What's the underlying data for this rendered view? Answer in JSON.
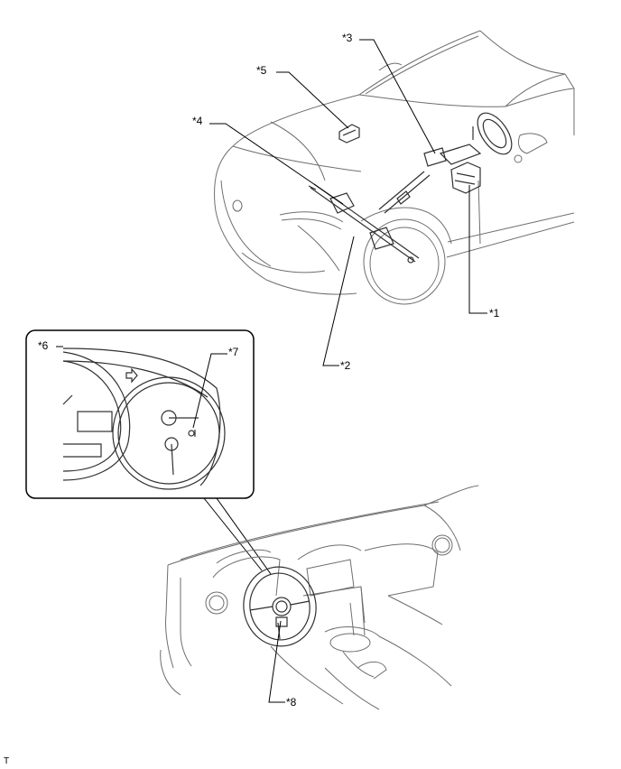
{
  "callouts": {
    "c1": "*1",
    "c2": "*2",
    "c3": "*3",
    "c4": "*4",
    "c5": "*5",
    "c6": "*6",
    "c7": "*7",
    "c8": "*8"
  },
  "footer_code": "T"
}
